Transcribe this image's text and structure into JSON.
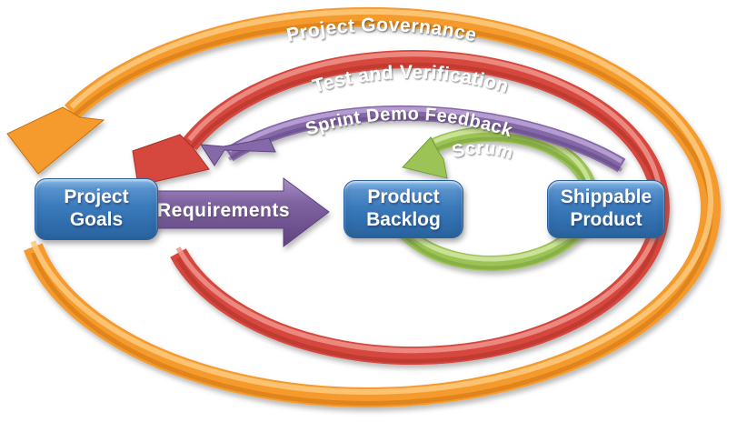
{
  "diagram": {
    "loops": [
      {
        "name": "project-governance",
        "label": "Project Governance",
        "color": "#F59B2D"
      },
      {
        "name": "test-and-verification",
        "label": "Test and Verification",
        "color": "#D6463D"
      },
      {
        "name": "scrum",
        "label": "Scrum",
        "color": "#9CC355"
      },
      {
        "name": "sprint-demo-feedback",
        "label": "Sprint Demo Feedback",
        "color": "#8568A8"
      }
    ],
    "nodes": [
      {
        "name": "project-goals",
        "label": "Project Goals"
      },
      {
        "name": "product-backlog",
        "label": "Product Backlog"
      },
      {
        "name": "shippable-product",
        "label": "Shippable Product"
      }
    ],
    "connector": {
      "label": "Requirements",
      "color": "#7B5C9F"
    },
    "node_color": "#3A78B8",
    "text_color": "#FFFFFF"
  }
}
